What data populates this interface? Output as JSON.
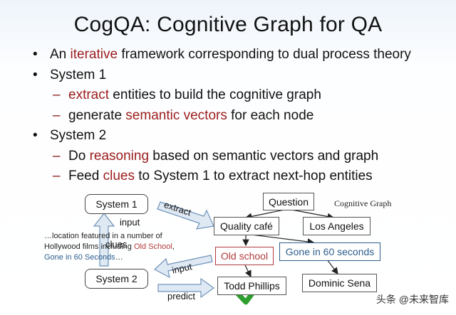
{
  "slide": {
    "title": "CogQA: Cognitive Graph for QA",
    "bullets": [
      {
        "level": 1,
        "pre": "An ",
        "hl": "iterative",
        "post": " framework corresponding to dual process theory"
      },
      {
        "level": 1,
        "pre": "System 1",
        "hl": "",
        "post": ""
      },
      {
        "level": 2,
        "pre": "",
        "hl": "extract",
        "post": " entities to build the cognitive graph"
      },
      {
        "level": 2,
        "pre": "generate ",
        "hl": "semantic vectors",
        "post": " for each node"
      },
      {
        "level": 1,
        "pre": "System 2",
        "hl": "",
        "post": ""
      },
      {
        "level": 2,
        "pre": "Do ",
        "hl": "reasoning",
        "post": " based on semantic vectors and graph"
      },
      {
        "level": 2,
        "pre": "Feed ",
        "hl": "clues",
        "post": " to System 1 to extract next-hop entities"
      }
    ],
    "bullet_mark_l1": "•",
    "bullet_mark_l2": "–"
  },
  "diagram": {
    "system1": "System 1",
    "system2": "System 2",
    "arrow_extract": "extract",
    "arrow_input_top": "input",
    "arrow_input_bottom": "input",
    "arrow_predict": "predict",
    "arrow_clues": "clues",
    "graph_label": "Cognitive Graph",
    "nodes": {
      "question": "Question",
      "quality_cafe": "Quality café",
      "los_angeles": "Los Angeles",
      "old_school": "Old school",
      "gone_in_60": "Gone in 60 seconds",
      "todd_phillips": "Todd Phillips",
      "dominic_sena": "Dominic Sena"
    },
    "context": {
      "part1": "…location featured in a number of Hollywood films including ",
      "red": "Old School",
      "part2": ",",
      "blue": "Gone in 60 Seconds",
      "part3": "…"
    },
    "colors": {
      "red": "#b23a3a",
      "blue": "#2d5f8e",
      "check": "#2e9e2e",
      "arrow_fill": "#dfe9f3",
      "arrow_stroke": "#6f93b8"
    }
  },
  "watermark": "头条 @未来智库"
}
